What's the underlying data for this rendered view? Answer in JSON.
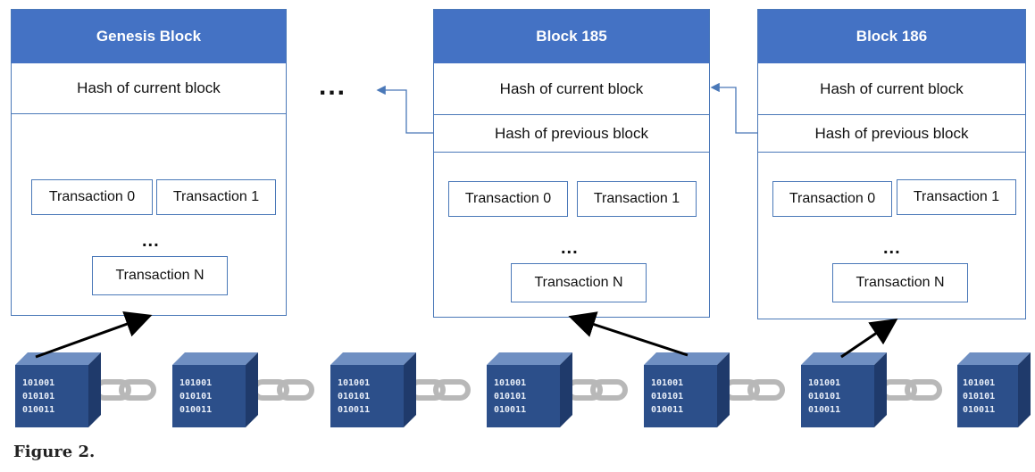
{
  "genesis": {
    "header": "Genesis Block",
    "hash_current": "Hash of current block",
    "tx0": "Transaction 0",
    "tx1": "Transaction 1",
    "ellipsis": "...",
    "txn": "Transaction N"
  },
  "block185": {
    "header": "Block 185",
    "hash_current": "Hash of current block",
    "hash_previous": "Hash of previous block",
    "tx0": "Transaction 0",
    "tx1": "Transaction 1",
    "ellipsis": "...",
    "txn": "Transaction N"
  },
  "block186": {
    "header": "Block 186",
    "hash_current": "Hash of current block",
    "hash_previous": "Hash of previous block",
    "tx0": "Transaction 0",
    "tx1": "Transaction 1",
    "ellipsis": "...",
    "txn": "Transaction N"
  },
  "between_ellipsis": "...",
  "cube_bits": [
    "101001",
    "010101",
    "010011"
  ],
  "caption": "Figure 2.",
  "colors": {
    "header_blue": "#4472c4",
    "border_blue": "#4a78b8",
    "cube_front": "#2c4f8a",
    "cube_top": "#6f8fc2",
    "cube_side": "#1f3a6b",
    "chain": "#b8b8b8"
  }
}
